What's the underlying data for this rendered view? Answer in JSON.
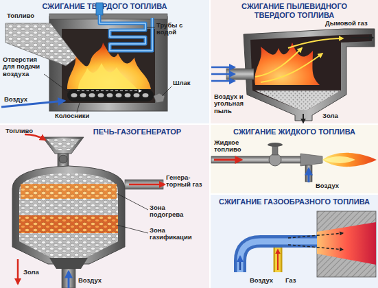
{
  "diagram": {
    "nodes": [
      {
        "text": [
          "СЖИГАНИЕ ТВЕРДОГО ТОПЛИВА"
        ]
      },
      {
        "text": [
          "СЖИГАНИЕ ПЫЛЕВИДНОГО ТВЕРДОГО ТОПЛИВА"
        ]
      },
      {
        "text": [
          "ПЕЧЬ-ГАЗОГЕНЕРАТОР"
        ]
      },
      {
        "text": [
          "СЖИГАНИЕ ЖИДКОГО ТОПЛИВА"
        ]
      },
      {
        "text": [
          "СЖИГАНИЕ ГАЗООБРАЗНОГО ТОПЛИВА"
        ]
      }
    ],
    "labels": [
      "Топливо",
      "Трубы с водой",
      "Отверстия для подачи воздуха",
      "Воздух",
      "Шлак",
      "Колосники",
      "Дымовой газ",
      "Воздух и угольная пыль",
      "Зола",
      "Топливо",
      "Генера- торный газ",
      "Зона подогрева",
      "Зона газификации",
      "Зола",
      "Воздух",
      "Жидкое топливо",
      "Воздух",
      "Воздух",
      "Газ"
    ]
  }
}
